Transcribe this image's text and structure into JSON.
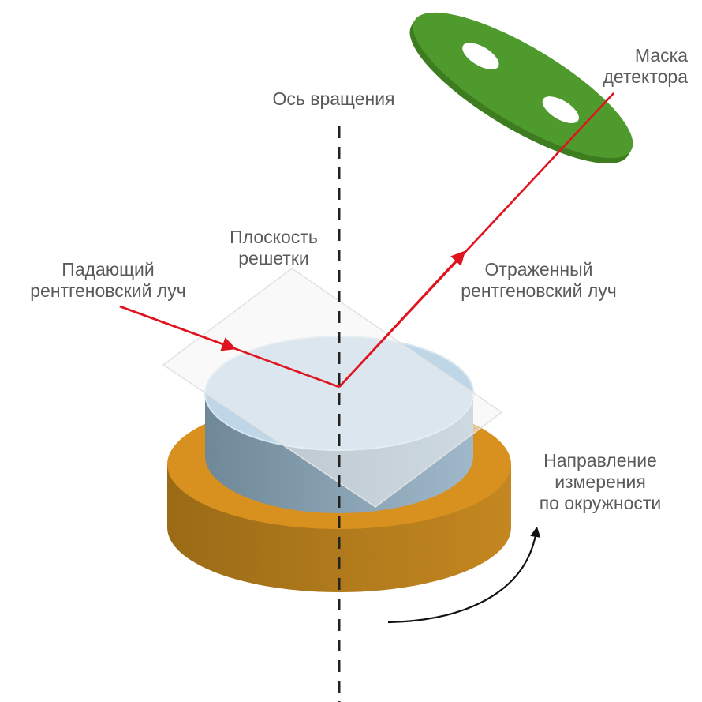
{
  "labels": {
    "axis": "Ось вращения",
    "detector_mask": [
      "Маска",
      "детектора"
    ],
    "lattice_plane": [
      "Плоскость",
      "решетки"
    ],
    "incident_beam": [
      "Падающий",
      "рентгеновский луч"
    ],
    "reflected_beam": [
      "Отраженный",
      "рентгеновский луч"
    ],
    "measurement_direction": [
      "Направление",
      "измерения",
      "по окружности"
    ]
  },
  "colors": {
    "text": "#5a5a5a",
    "beam": "#e0141e",
    "axis": "#222222",
    "mask": "#4e9a2c",
    "mask_dark": "#3d7d1f",
    "holder_top": "#d8901e",
    "holder_side": "#a8731b",
    "crystal_top": "#bed6e6",
    "crystal_side": "#8ba8bb",
    "plane": "#f2f2f2"
  }
}
